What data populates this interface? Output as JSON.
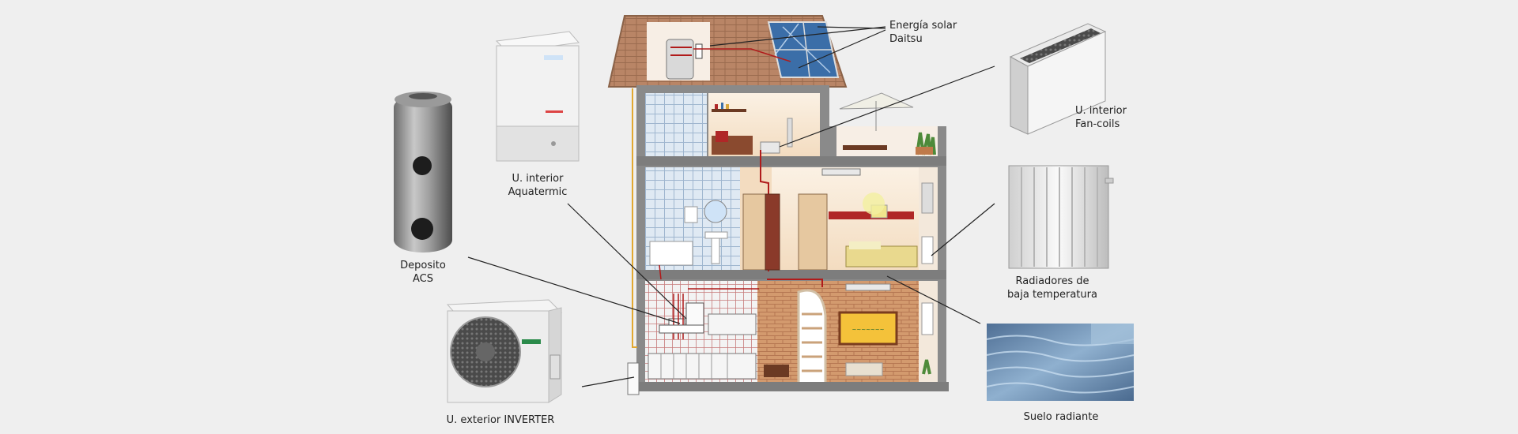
{
  "colors": {
    "background": "#efefef",
    "roof": "#b98566",
    "wall": "#7d7d7d",
    "leader_line": "#222222",
    "pipe_red": "#b01b1b",
    "pipe_yellow": "#e2a830",
    "floor_tiles": "#6f8fb4",
    "brick": "#d09366"
  },
  "labels": {
    "solar": {
      "line1": "Energía solar",
      "line2": "Daitsu"
    },
    "fancoil": {
      "line1": "U. interior",
      "line2": "Fan-coils"
    },
    "aquatermic": {
      "line1": "U. interior",
      "line2": "Aquatermic"
    },
    "acs": {
      "line1": "Deposito",
      "line2": "ACS"
    },
    "radiadores": {
      "line1": "Radiadores de",
      "line2": "baja temperatura"
    },
    "inverter": {
      "line1": "U. exterior INVERTER"
    },
    "suelo": {
      "line1": "Suelo radiante"
    }
  }
}
